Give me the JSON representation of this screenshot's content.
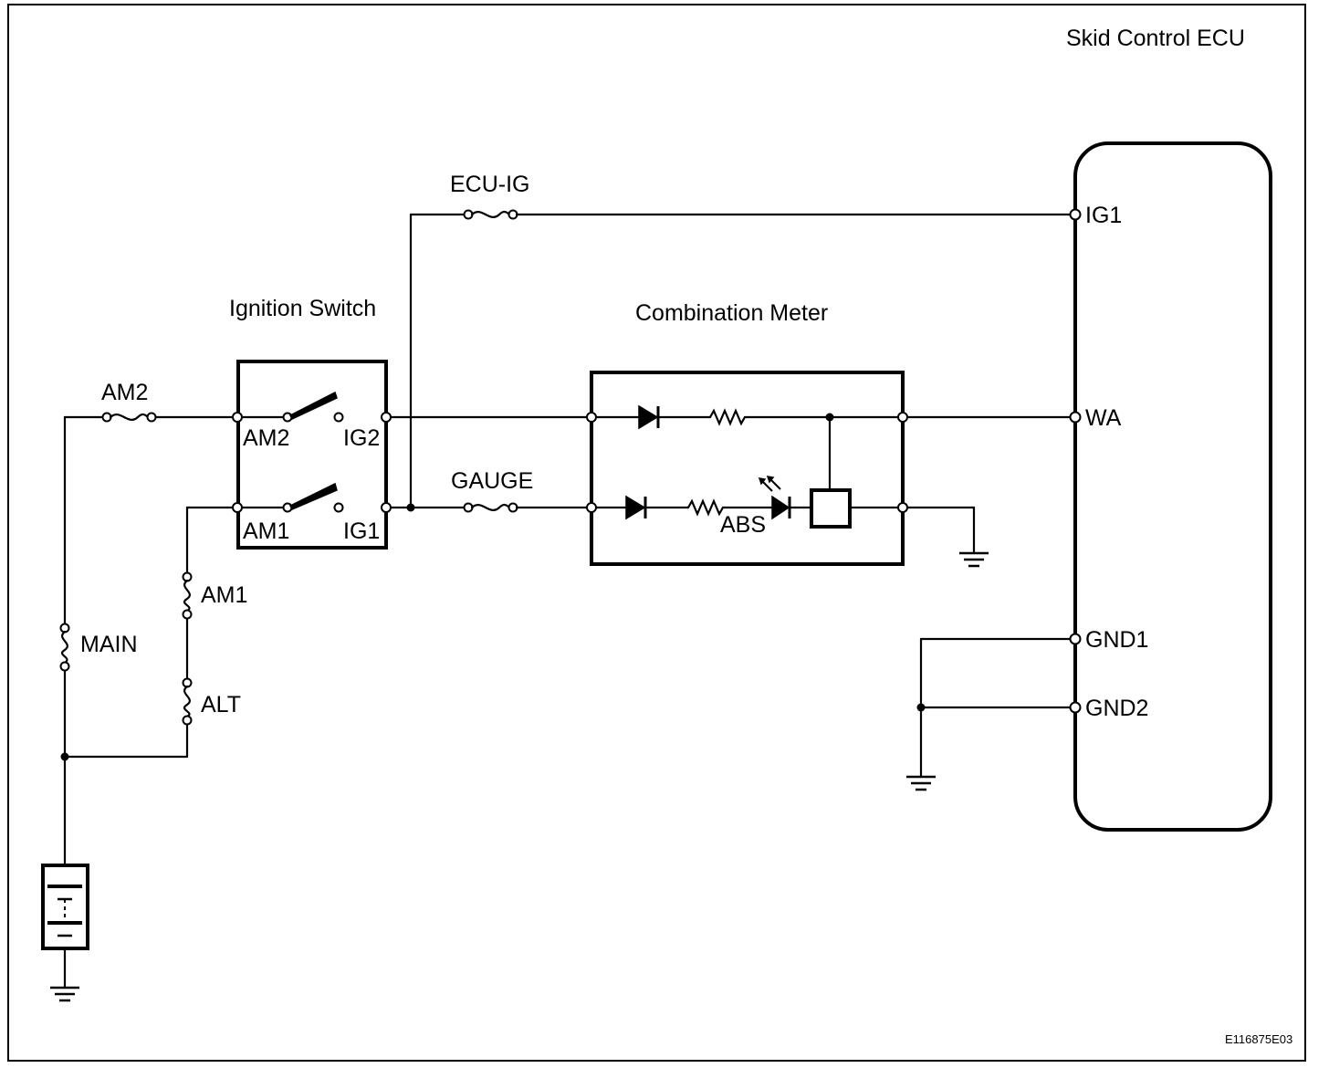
{
  "ecu": {
    "title": "Skid Control ECU",
    "pins": {
      "ig1": "IG1",
      "wa": "WA",
      "gnd1": "GND1",
      "gnd2": "GND2"
    }
  },
  "ignition_switch": {
    "title": "Ignition Switch",
    "terminals": {
      "am2": "AM2",
      "ig2": "IG2",
      "am1": "AM1",
      "ig1": "IG1"
    }
  },
  "combination_meter": {
    "title": "Combination Meter",
    "indicator": "ABS"
  },
  "fuses": {
    "ecu_ig": "ECU-IG",
    "gauge": "GAUGE",
    "am2": "AM2",
    "am1": "AM1",
    "main": "MAIN",
    "alt": "ALT"
  },
  "figure_code": "E116875E03"
}
